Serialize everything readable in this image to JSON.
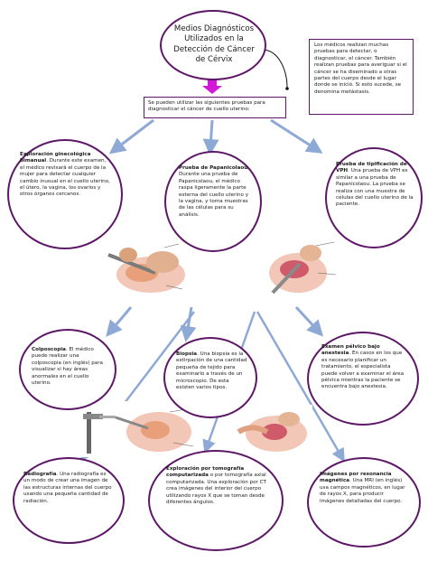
{
  "title": "Medios Diagnósticos Utilizados en la Detección de Cáncer de Cérvix",
  "intro_box": "Los médicos realizan muchas pruebas para detectar, o diagnosticar, el cáncer. También realizan pruebas para averiguar si el cáncer se ha diseminado a otras partes del cuerpo desde el lugar donde se inició. Si esto sucede, se denomina metástasis.",
  "subtitle_box": "Se pueden utilizar las siguientes pruebas para diagnosticar el cáncer de cuello uterino:",
  "tests": {
    "ginecologica": {
      "name": "Exploración ginecológica bimanual",
      "text": "Durante este examen, el médico revisará el cuerpo de la mujer para detectar cualquier cambio inusual en el cuello uterino, el útero, la vagina, los ovarios y otros órganos cercanos."
    },
    "papanicolaou": {
      "name": "Prueba de Papanicolaou",
      "text": "Durante una prueba de Papanicolaou, el médico raspa ligeramente la parte externa del cuello uterino y la vagina, y toma muestras de las células para su análisis."
    },
    "vph": {
      "name": "Prueba de tipificación de VPH",
      "text": "Una prueba de VPH es similar a una prueba de Papanicolaou. La prueba se realiza con una muestra de células del cuello uterino de la paciente."
    },
    "colposcopia": {
      "name": "Colposcopia",
      "text": "El médico puede realizar una colposcopia (en inglés) para visualizar si hay áreas anormales en el cuello uterino."
    },
    "biopsia": {
      "name": "Biopsia",
      "text": "Una biopsia es la extirpación de una cantidad pequeña de tejido para examinarlo a través de un microscopio. De esta existen varios tipos."
    },
    "pelvico": {
      "name": "Examen pélvico bajo anestesia",
      "text": "En casos en los que es necesario planificar un tratamiento, el especialista puede volver a examinar el área pélvica mientras la paciente se encuentra bajo anestesia."
    },
    "radiografia": {
      "name": "Radiografía",
      "text": "Una radiografía es un modo de crear una imagen de las estructuras internas del cuerpo usando una pequeña cantidad de radiación."
    },
    "tomografia": {
      "name": "Exploración por tomografía computarizada",
      "text": "o por tomografía axial computarizada. Una exploración por CT crea imágenes del interior del cuerpo utilizando rayos X que se toman desde diferentes ángulos."
    },
    "resonancia": {
      "name": "Imágenes por resonancia magnética",
      "text": "Una MRI (en inglés) usa campos magnéticos, en lugar de rayos X, para producir imágenes detalladas del cuerpo."
    }
  },
  "colors": {
    "oval_border": "#5d1767",
    "arrow_blue": "#8fa9d6",
    "arrow_magenta": "#d418d8"
  }
}
